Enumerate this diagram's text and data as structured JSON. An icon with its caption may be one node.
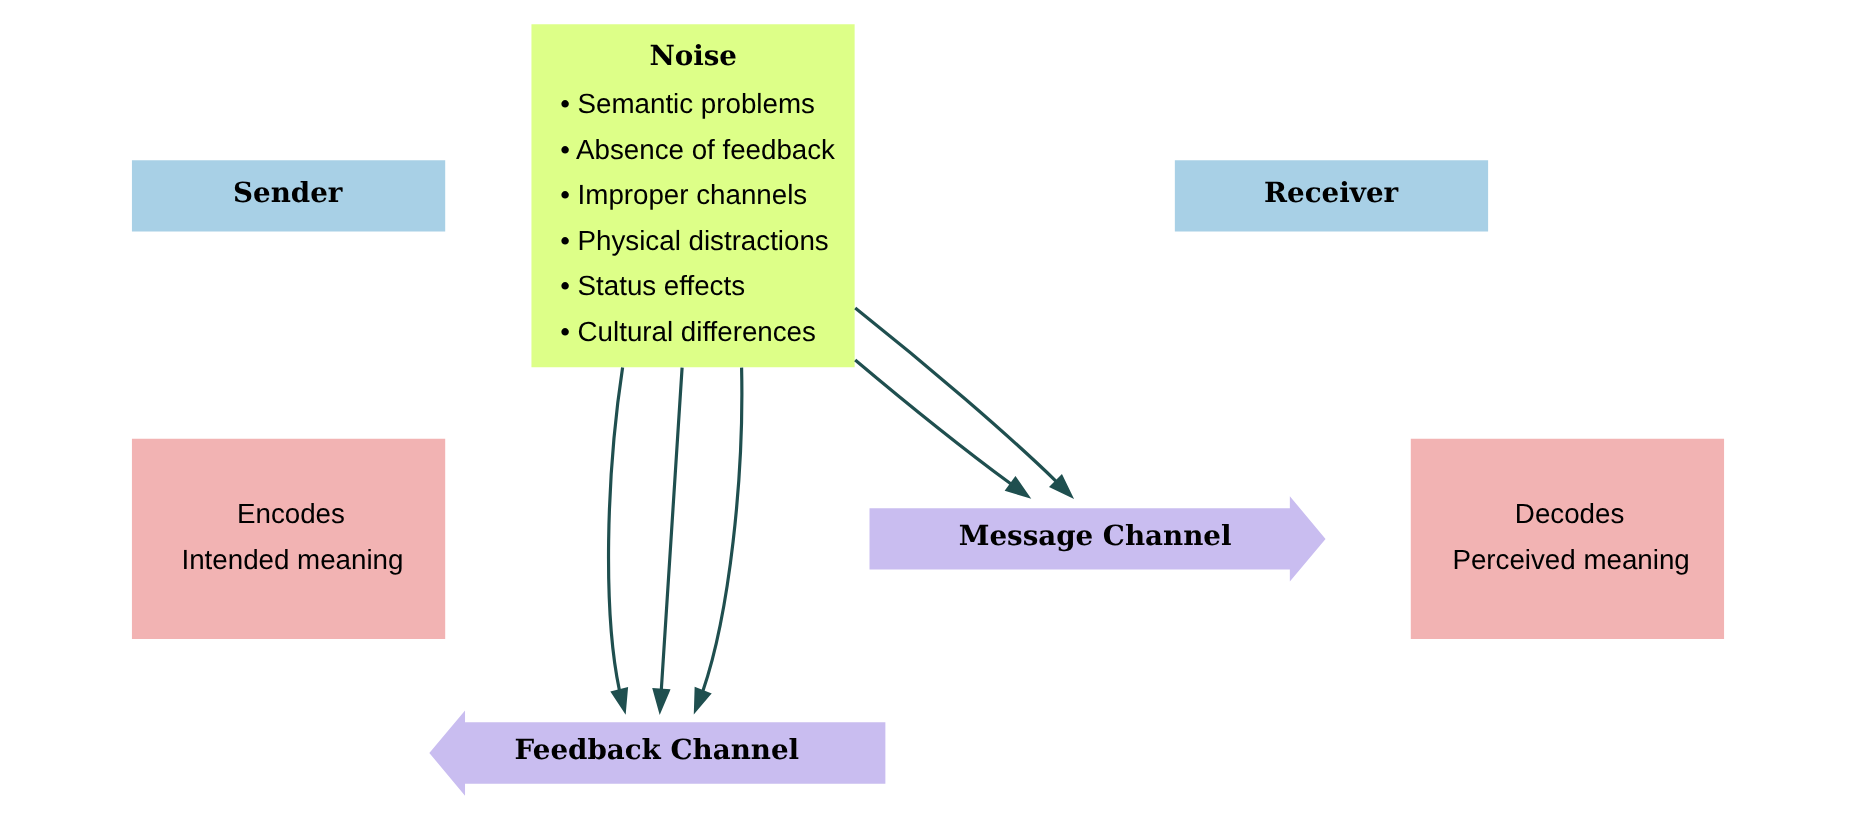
{
  "diagram": {
    "nodes": [
      {
        "text": [
          "Noise",
          "• Semantic problems",
          "• Absence of feedback",
          "• Improper channels",
          "• Physical distractions",
          "• Status effects",
          "• Cultural differences"
        ]
      },
      {
        "text": [
          "Sender"
        ]
      },
      {
        "text": [
          "Encodes",
          "Intended meaning"
        ]
      },
      {
        "text": [
          "Receiver"
        ]
      },
      {
        "text": [
          "Decodes",
          "Perceived meaning"
        ]
      },
      {
        "text": [
          "Message Channel"
        ]
      },
      {
        "text": [
          "Feedback Channel"
        ]
      }
    ],
    "edges": [
      {
        "from": 0,
        "to": 6,
        "arrow": "to"
      },
      {
        "from": 0,
        "to": 5,
        "arrow": "to"
      },
      {
        "from": 0,
        "to": 6,
        "arrow": "to"
      },
      {
        "from": 0,
        "to": 5,
        "arrow": "to"
      },
      {
        "from": 0,
        "to": 6,
        "arrow": "to"
      }
    ]
  }
}
